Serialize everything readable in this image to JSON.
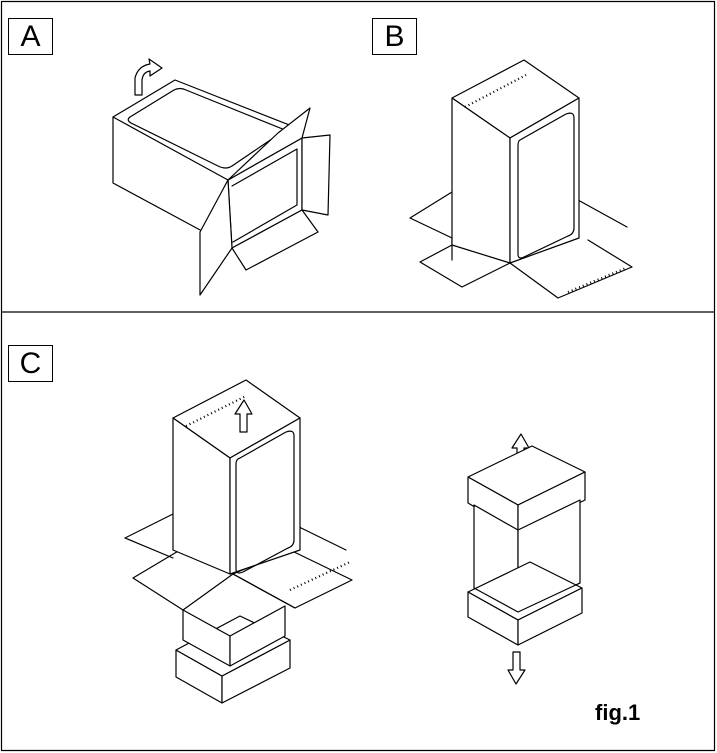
{
  "panels": {
    "a": {
      "label": "A"
    },
    "b": {
      "label": "B"
    },
    "c": {
      "label": "C"
    }
  },
  "caption": "fig.1",
  "icons": [
    "curved-arrow-icon",
    "up-arrow-icon",
    "down-arrow-icon"
  ]
}
